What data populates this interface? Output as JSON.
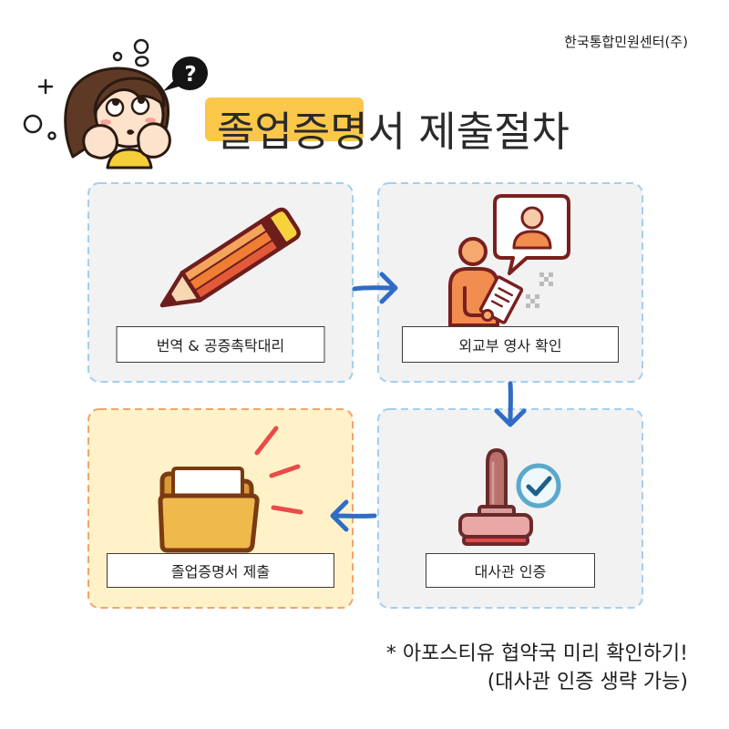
{
  "company": "한국통합민원센터(주)",
  "title": "졸업증명서 제출절차",
  "header_illustration": {
    "icon": "thinking-girl-illustration",
    "thought_symbol": "?"
  },
  "steps": [
    {
      "label": "번역 & 공증촉탁대리",
      "icon": "pencil-icon"
    },
    {
      "label": "외교부 영사 확인",
      "icon": "consular-officer-icon"
    },
    {
      "label": "대사관 인증",
      "icon": "stamp-icon"
    },
    {
      "label": "졸업증명서 제출",
      "icon": "folder-icon"
    }
  ],
  "arrows": [
    "arrow-right-icon",
    "arrow-down-icon",
    "arrow-left-icon"
  ],
  "notes": [
    "* 아포스티유 협약국 미리 확인하기!",
    "(대사관 인증 생략 가능)"
  ],
  "colors": {
    "title_highlight": "#fbc74b",
    "box_background": "#f2f2f2",
    "box_border": "#a3cff0",
    "final_box_background": "#fff2c8",
    "final_box_border": "#f3a46b",
    "arrow": "#2f6cc6"
  }
}
